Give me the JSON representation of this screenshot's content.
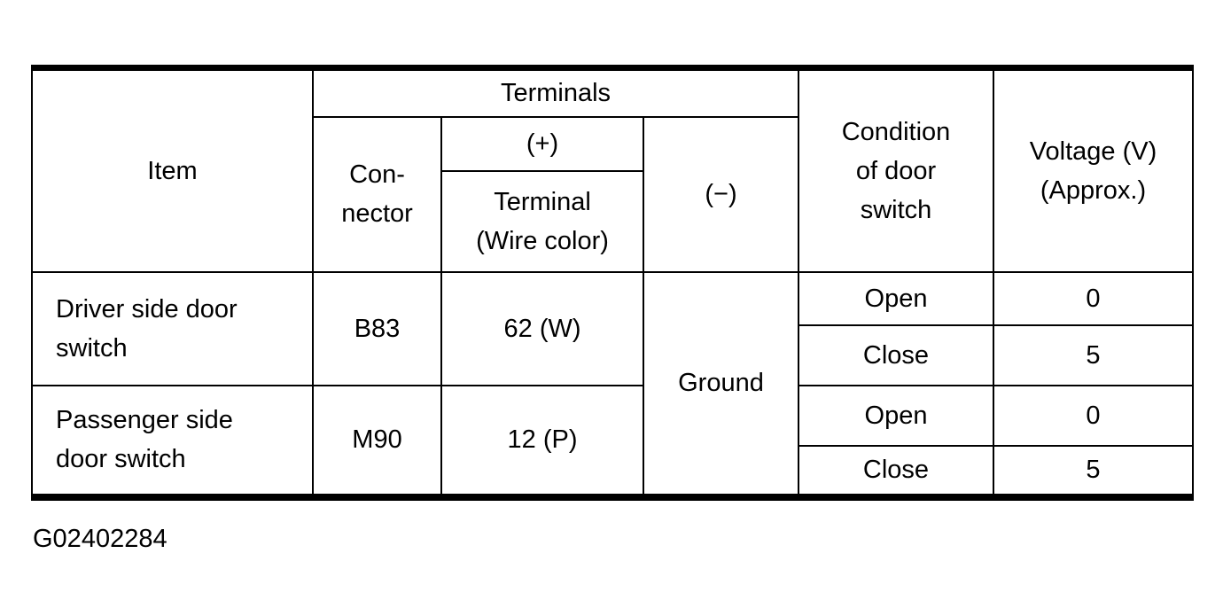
{
  "figure_id": "G02402284",
  "colors": {
    "background": "#ffffff",
    "border": "#000000",
    "text": "#000000"
  },
  "table": {
    "headers": {
      "item": "Item",
      "terminals": "Terminals",
      "connector": "Con-\nnector",
      "plus": "(+)",
      "terminal_wire_color": "Terminal\n(Wire color)",
      "minus": "(−)",
      "condition_of_door_switch": "Condition\nof door\nswitch",
      "voltage": "Voltage (V)\n(Approx.)"
    },
    "minus_value": "Ground",
    "rows": [
      {
        "item": "Driver side door\nswitch",
        "connector": "B83",
        "terminal": "62 (W)",
        "conditions": [
          {
            "condition": "Open",
            "voltage": "0"
          },
          {
            "condition": "Close",
            "voltage": "5"
          }
        ]
      },
      {
        "item": "Passenger side\ndoor switch",
        "connector": "M90",
        "terminal": "12 (P)",
        "conditions": [
          {
            "condition": "Open",
            "voltage": "0"
          },
          {
            "condition": "Close",
            "voltage": "5"
          }
        ]
      }
    ]
  }
}
